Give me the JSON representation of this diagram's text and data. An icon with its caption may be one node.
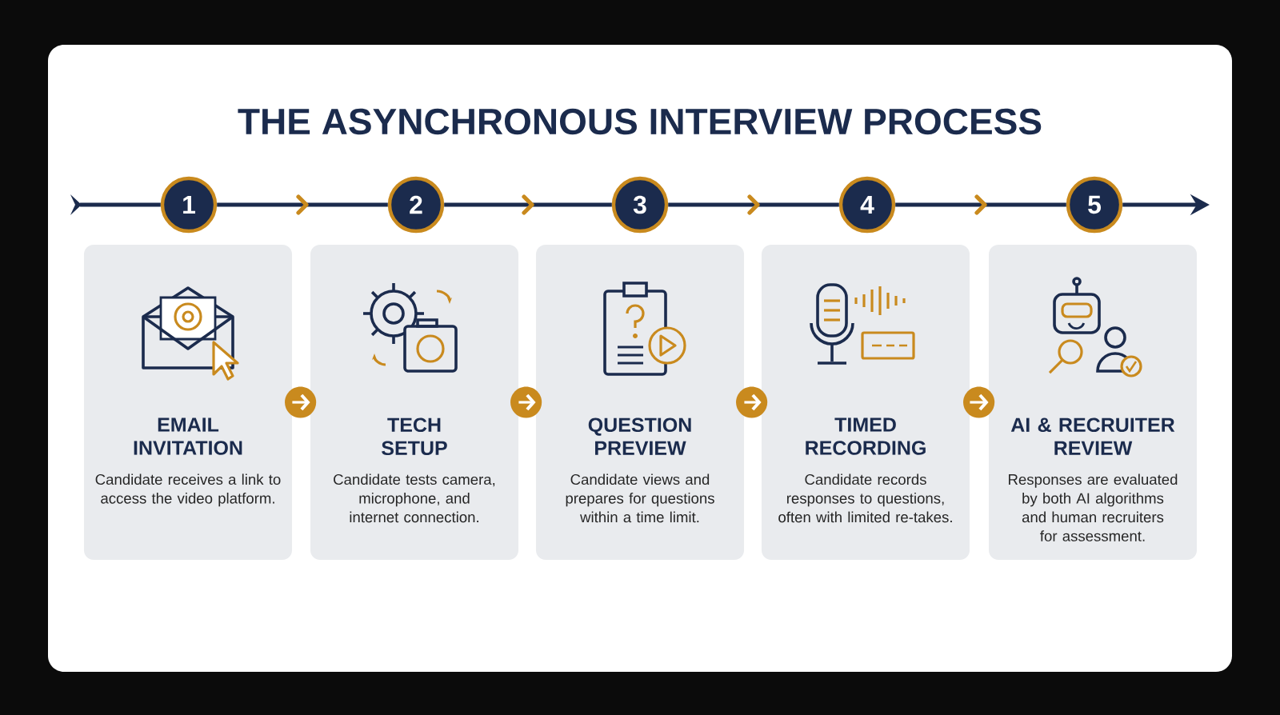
{
  "diagram": {
    "title": "THE ASYNCHRONOUS INTERVIEW PROCESS",
    "nodes": [
      {
        "text": [
          "1"
        ]
      },
      {
        "text": [
          "2"
        ]
      },
      {
        "text": [
          "3"
        ]
      },
      {
        "text": [
          "4"
        ]
      },
      {
        "text": [
          "5"
        ]
      },
      {
        "text": [
          "EMAIL INVITATION",
          "Candidate receives a link to access the video platform."
        ]
      },
      {
        "text": [
          "TECH SETUP",
          "Candidate tests camera, microphone, and internet connection."
        ]
      },
      {
        "text": [
          "QUESTION PREVIEW",
          "Candidate views and prepares for questions within a time limit."
        ]
      },
      {
        "text": [
          "TIMED RECORDING",
          "Candidate records responses to questions, often with limited re-takes."
        ]
      },
      {
        "text": [
          "AI & RECRUITER REVIEW",
          "Responses are evaluated by both AI algorithms and human recruiters for assessment."
        ]
      }
    ],
    "edges": [
      {
        "from": null,
        "to": 0,
        "arrow": "other"
      },
      {
        "from": 0,
        "to": 1,
        "arrow": "to"
      },
      {
        "from": 1,
        "to": 2,
        "arrow": "to"
      },
      {
        "from": 2,
        "to": 3,
        "arrow": "to"
      },
      {
        "from": 3,
        "to": 4,
        "arrow": "to"
      },
      {
        "from": 4,
        "to": null,
        "arrow": "to"
      },
      {
        "from": 5,
        "to": 6,
        "arrow": "to",
        "color": "#ffffff"
      },
      {
        "from": 6,
        "to": 7,
        "arrow": "to",
        "color": "#ffffff"
      },
      {
        "from": 7,
        "to": 8,
        "arrow": "to",
        "color": "#ffffff"
      },
      {
        "from": 8,
        "to": 9,
        "arrow": "to",
        "color": "#ffffff"
      }
    ]
  }
}
